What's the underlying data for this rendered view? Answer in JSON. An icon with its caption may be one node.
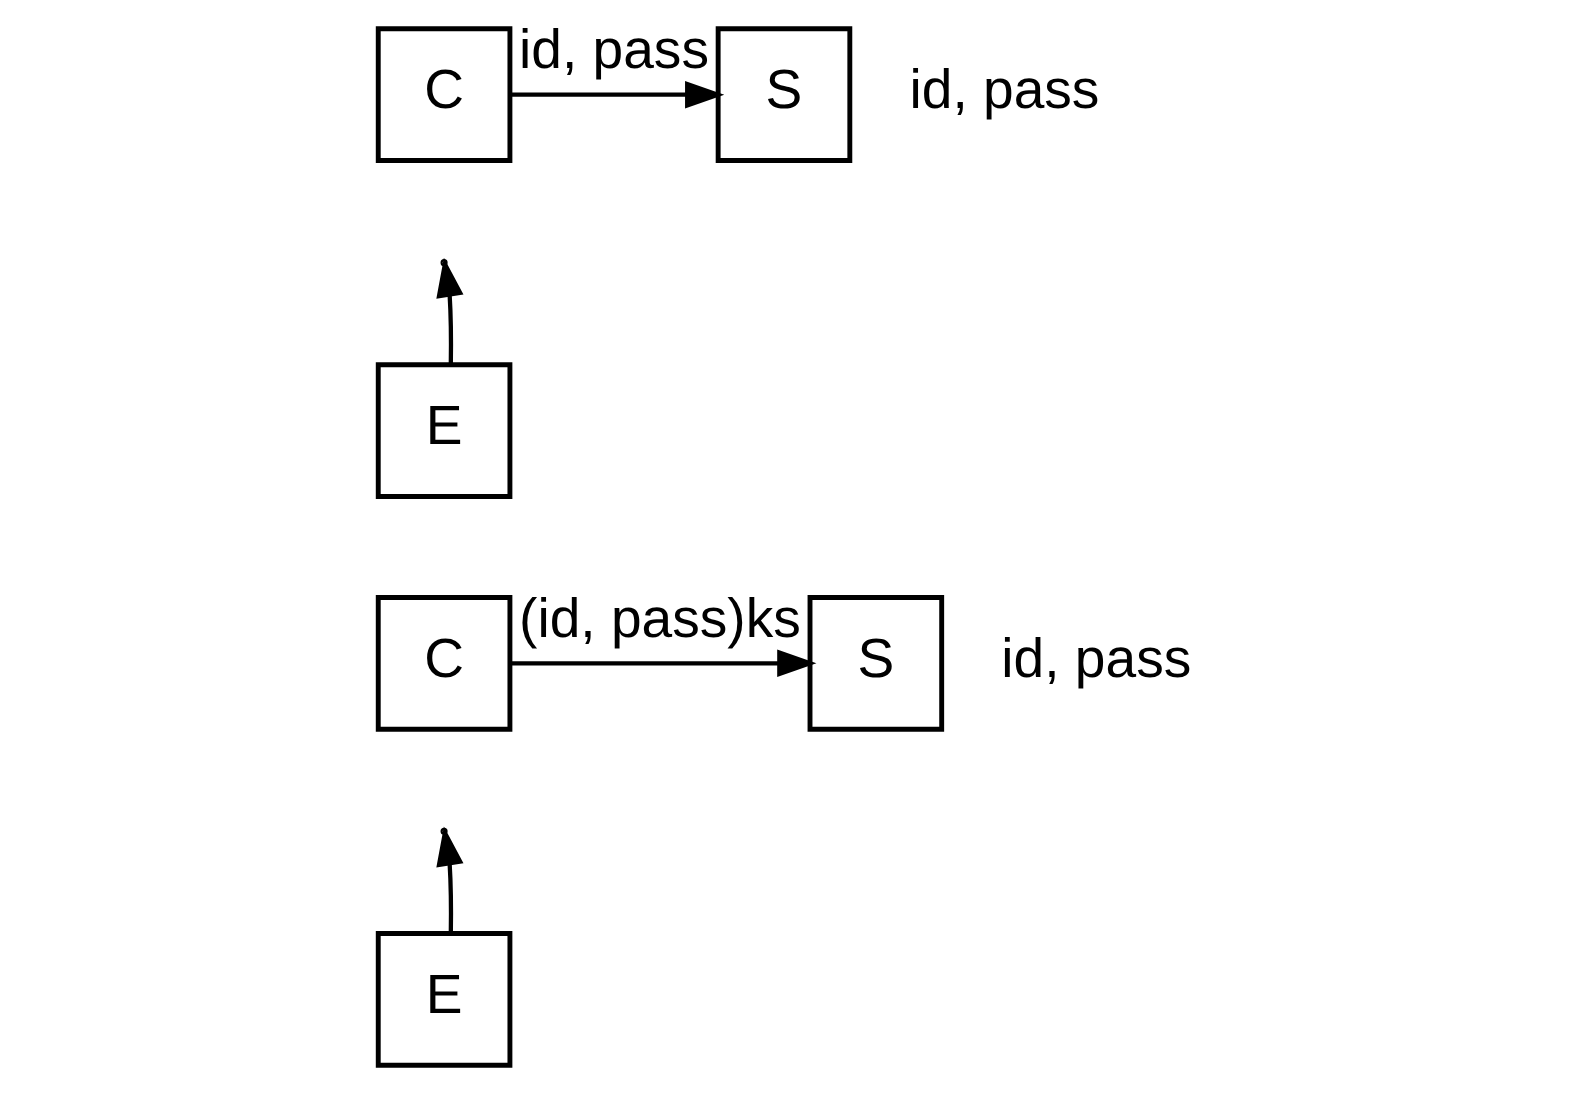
{
  "diagram": {
    "nodes": [
      {
        "text": [
          "C"
        ]
      },
      {
        "text": [
          "S"
        ],
        "beside": [
          "id, pass"
        ]
      },
      {
        "text": [
          "E"
        ]
      },
      {
        "text": [
          "C"
        ]
      },
      {
        "text": [
          "S"
        ],
        "beside": [
          "id, pass"
        ]
      },
      {
        "text": [
          "E"
        ]
      }
    ],
    "edges": [
      {
        "from": 0,
        "to": 1,
        "arrow": "to",
        "label": "id, pass"
      },
      {
        "from": 2,
        "to": null,
        "arrow": "to"
      },
      {
        "from": 3,
        "to": 4,
        "arrow": "to",
        "label": "(id, pass)ks"
      },
      {
        "from": 5,
        "to": null,
        "arrow": "to"
      }
    ]
  }
}
